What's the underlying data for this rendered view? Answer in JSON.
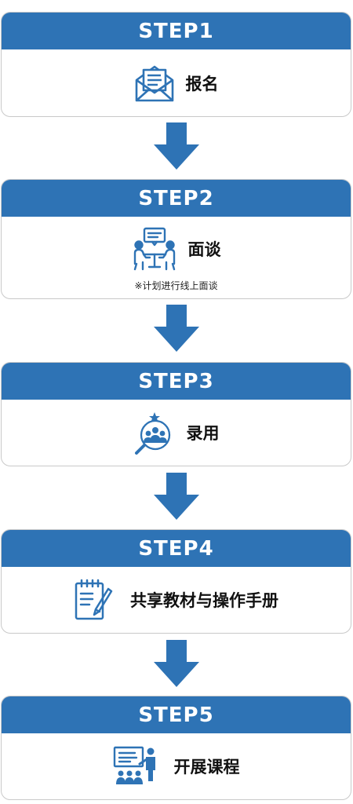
{
  "colors": {
    "accent": "#2e73b5",
    "border": "#c9c9c9"
  },
  "steps": [
    {
      "title": "STEP1",
      "label": "报名",
      "icon": "envelope-icon"
    },
    {
      "title": "STEP2",
      "label": "面谈",
      "note": "※计划进行线上面谈",
      "icon": "interview-icon"
    },
    {
      "title": "STEP3",
      "label": "录用",
      "icon": "team-search-icon"
    },
    {
      "title": "STEP4",
      "label": "共享教材与操作手册",
      "icon": "checklist-icon"
    },
    {
      "title": "STEP5",
      "label": "开展课程",
      "icon": "presentation-icon"
    }
  ]
}
